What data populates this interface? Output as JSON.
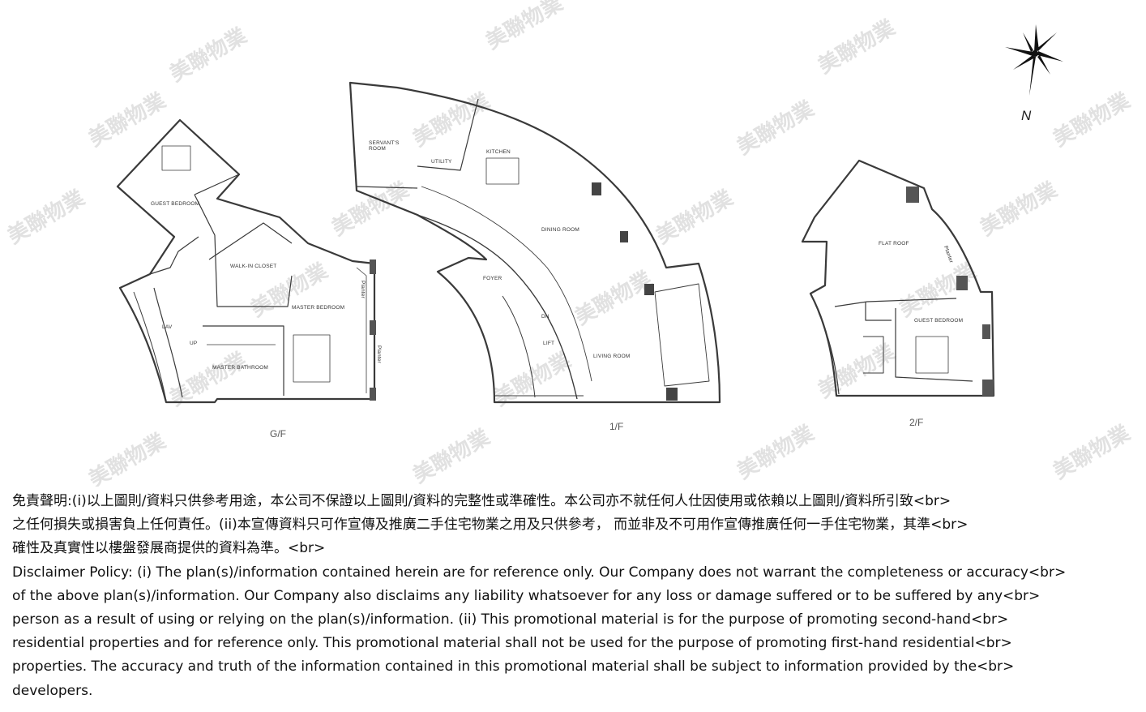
{
  "watermark": {
    "text": "美聯物業"
  },
  "compass": {
    "label": "N"
  },
  "floors": {
    "gf": {
      "label": "G/F",
      "rooms": {
        "guest_bedroom": "GUEST BEDROOM",
        "walk_in_closet": "WALK-IN CLOSET",
        "master_bedroom": "MASTER BEDROOM",
        "master_bathroom": "MASTER BATHROOM",
        "lav": "LAV",
        "up": "UP",
        "planter_1": "Planter",
        "planter_2": "Planter"
      }
    },
    "f1": {
      "label": "1/F",
      "rooms": {
        "servants_room_1": "SERVANT'S",
        "servants_room_2": "ROOM",
        "utility": "UTILITY",
        "kitchen": "KITCHEN",
        "dining_room": "DINING ROOM",
        "foyer": "FOYER",
        "living_room": "LIVING ROOM",
        "dn": "DN",
        "lift": "LIFT"
      }
    },
    "f2": {
      "label": "2/F",
      "rooms": {
        "flat_roof": "FLAT ROOF",
        "guest_bedroom": "GUEST BEDROOM",
        "planter": "Planter"
      }
    }
  },
  "disclaimer": {
    "lines": [
      "免責聲明:(i)以上圖則/資料只供參考用途，本公司不保證以上圖則/資料的完整性或準確性。本公司亦不就任何人仕因使用或依賴以上圖則/資料所引致<br>",
      "之任何損失或損害負上任何責任。(ii)本宣傳資料只可作宣傳及推廣二手住宅物業之用及只供參考， 而並非及不可用作宣傳推廣任何一手住宅物業，其準<br>",
      "確性及真實性以樓盤發展商提供的資料為準。<br>",
      "Disclaimer Policy: (i) The plan(s)/information contained herein are for reference only. Our Company does not warrant the completeness or accuracy<br>",
      "of the above plan(s)/information. Our Company also disclaims any liability whatsoever for any loss or damage suffered or to be suffered by any<br>",
      "person as a result of using or relying on the plan(s)/information. (ii) This promotional material is for the purpose of promoting second-hand<br>",
      "residential properties and for reference only. This promotional material shall not be used for the purpose of promoting first-hand residential<br>",
      "properties. The accuracy and truth of the information contained in this promotional material shall be subject to information provided by the<br>",
      "developers."
    ]
  }
}
